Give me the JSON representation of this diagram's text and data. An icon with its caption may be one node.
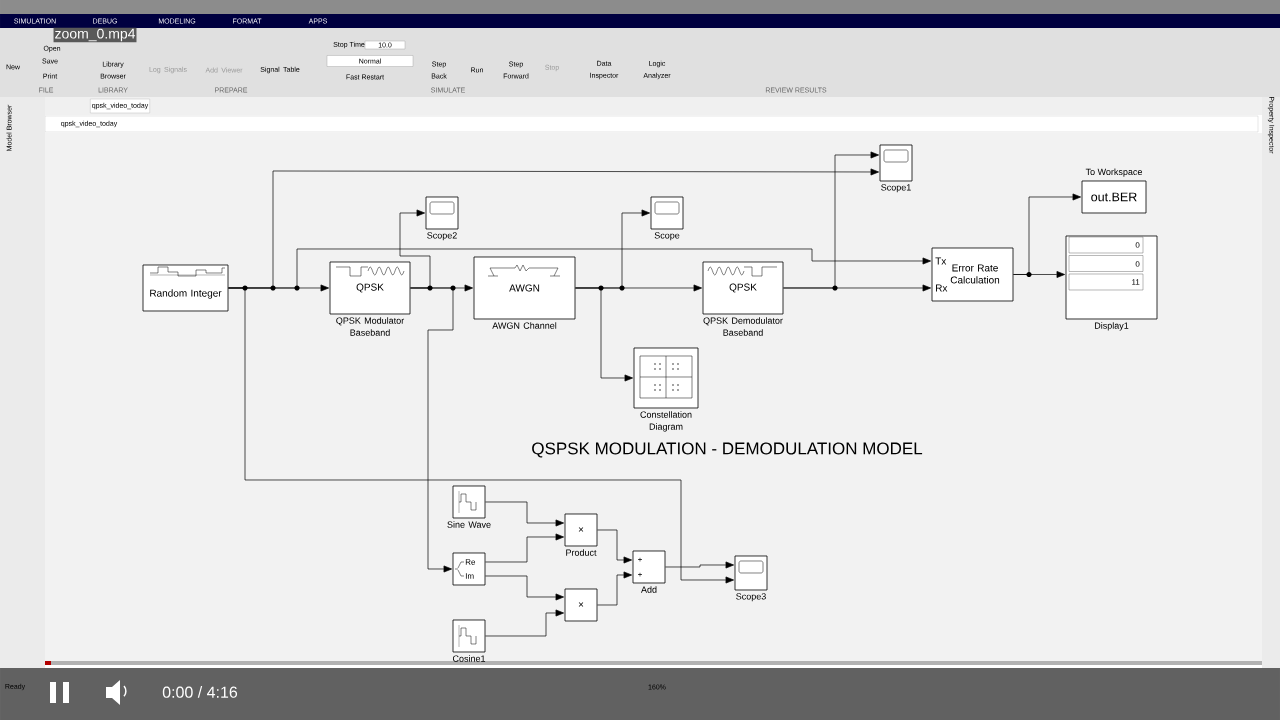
{
  "diagram": {
    "title": "QSPSK MODULATION - DEMODULATION MODEL",
    "nodes": [
      {
        "text": [
          "Random Integer"
        ]
      },
      {
        "text": [
          "QPSK"
        ],
        "beside": [
          "QPSK Modulator Baseband"
        ]
      },
      {
        "text": [
          "AWGN"
        ],
        "beside": [
          "AWGN Channel"
        ]
      },
      {
        "text": [
          "QPSK"
        ],
        "beside": [
          "QPSK Demodulator Baseband"
        ]
      },
      {
        "text": [
          "Error Rate Calculation",
          "Tx",
          "Rx"
        ]
      },
      {
        "text": [],
        "shape": "box",
        "beside": [
          "Scope2"
        ]
      },
      {
        "text": [],
        "shape": "box",
        "beside": [
          "Scope"
        ]
      },
      {
        "text": [],
        "shape": "box",
        "beside": [
          "Scope1"
        ]
      },
      {
        "text": [],
        "shape": "box",
        "beside": [
          "Constellation Diagram"
        ]
      },
      {
        "text": [
          "out.BER"
        ],
        "beside": [
          "To Workspace"
        ]
      },
      {
        "text": [
          "0",
          "0",
          "11"
        ],
        "beside": [
          "Display1"
        ]
      },
      {
        "text": [],
        "shape": "box",
        "beside": [
          "Sine Wave"
        ]
      },
      {
        "text": [
          "Re",
          "Im"
        ]
      },
      {
        "text": [
          "×"
        ],
        "beside": [
          "Product"
        ]
      },
      {
        "text": [
          "×"
        ]
      },
      {
        "text": [],
        "shape": "box",
        "beside": [
          "Cosine1"
        ]
      },
      {
        "text": [
          "+",
          "+"
        ],
        "beside": [
          "Add"
        ]
      },
      {
        "text": [],
        "shape": "box",
        "beside": [
          "Scope3"
        ]
      }
    ],
    "edges": [
      {
        "from": 0,
        "to": 1,
        "arrow": "to"
      },
      {
        "from": 0,
        "to": 17,
        "arrow": "to"
      },
      {
        "from": 0,
        "to": 7,
        "arrow": "to"
      },
      {
        "from": 0,
        "to": 4,
        "arrow": "to"
      },
      {
        "from": 1,
        "to": 5,
        "arrow": "to"
      },
      {
        "from": 1,
        "to": 12,
        "arrow": "to"
      },
      {
        "from": 1,
        "to": 2,
        "arrow": "to"
      },
      {
        "from": 2,
        "to": 8,
        "arrow": "to"
      },
      {
        "from": 2,
        "to": 6,
        "arrow": "to"
      },
      {
        "from": 2,
        "to": 3,
        "arrow": "to"
      },
      {
        "from": 3,
        "to": 7,
        "arrow": "to"
      },
      {
        "from": 3,
        "to": 4,
        "arrow": "to"
      },
      {
        "from": 4,
        "to": 9,
        "arrow": "to"
      },
      {
        "from": 4,
        "to": 10,
        "arrow": "to"
      },
      {
        "from": 11,
        "to": 13,
        "arrow": "to"
      },
      {
        "from": 12,
        "to": 13,
        "arrow": "to"
      },
      {
        "from": 12,
        "to": 14,
        "arrow": "to"
      },
      {
        "from": 15,
        "to": 14,
        "arrow": "to"
      },
      {
        "from": 13,
        "to": 16,
        "arrow": "to"
      },
      {
        "from": 14,
        "to": 16,
        "arrow": "to"
      },
      {
        "from": 16,
        "to": 17,
        "arrow": "to"
      }
    ],
    "labels": [
      "SIMULATION",
      "DEBUG",
      "MODELING",
      "FORMAT",
      "APPS",
      "zoom_0.mp4",
      "New",
      "Open",
      "Save",
      "Print",
      "Library Browser",
      "Log Signals",
      "Add Viewer",
      "Signal Table",
      "Stop Time",
      "10.0",
      "Normal",
      "Fast Restart",
      "Step Back",
      "Run",
      "Step Forward",
      "Stop",
      "Data Inspector",
      "Logic Analyzer",
      "FILE",
      "LIBRARY",
      "PREPARE",
      "SIMULATE",
      "REVIEW RESULTS",
      "qpsk_video_today",
      "qpsk_video_today",
      "Model Browser",
      "Property Inspector",
      "Ready",
      "160%",
      "0:00 / 4:16"
    ]
  }
}
